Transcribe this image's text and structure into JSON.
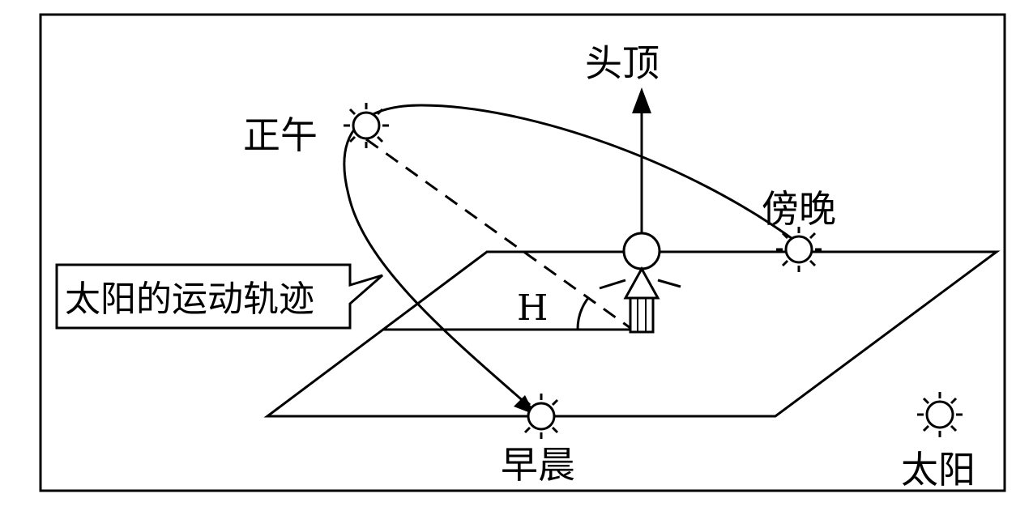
{
  "labels": {
    "zenith": "头顶",
    "noon": "正午",
    "evening": "傍晚",
    "morning": "早晨",
    "sun_path": "太阳的运动轨迹",
    "angle": "H",
    "sun_legend": "太阳"
  },
  "icons": {
    "sun": "sun-icon",
    "person": "person-icon",
    "arrow": "arrow-up-icon"
  }
}
